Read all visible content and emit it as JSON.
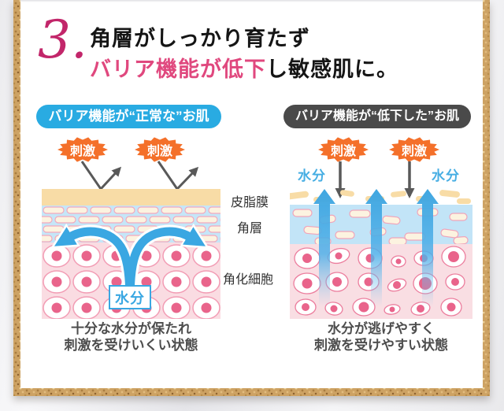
{
  "title": {
    "number": "3.",
    "line1": "角層がしっかり育たず",
    "line2_highlight": "バリア機能が低下",
    "line2_rest": "し敏感肌に。"
  },
  "panels": {
    "left": {
      "badge": "バリア機能が“正常な”お肌",
      "stimulus1": "刺激",
      "stimulus2": "刺激",
      "moisture_box": "水分",
      "caption1": "十分な水分が保たれ",
      "caption2": "刺激を受けいくい状態"
    },
    "right": {
      "badge": "バリア機能が“低下した”お肌",
      "stimulus1": "刺激",
      "stimulus2": "刺激",
      "moisture_left": "水分",
      "moisture_right": "水分",
      "caption1": "水分が逃げやすく",
      "caption2": "刺激を受けやすい状態"
    }
  },
  "layer_labels": {
    "sebum": "皮脂膜",
    "stratum_corneum": "角層",
    "keratinocytes": "角化細胞"
  },
  "colors": {
    "title_number": "#c2266a",
    "title_highlight": "#e0487e",
    "badge_normal_bg": "#29abe2",
    "badge_low_bg": "#4a4a4a",
    "stimulus_burst": "#f4702a",
    "moisture_blue": "#3aa7e2",
    "sebum_layer": "#f8dca6",
    "stratum_bg": "#c5e6f8",
    "cell_layer_bg": "#fadce2",
    "cell_dot": "#e9648b",
    "cork_frame": "#cda263"
  }
}
